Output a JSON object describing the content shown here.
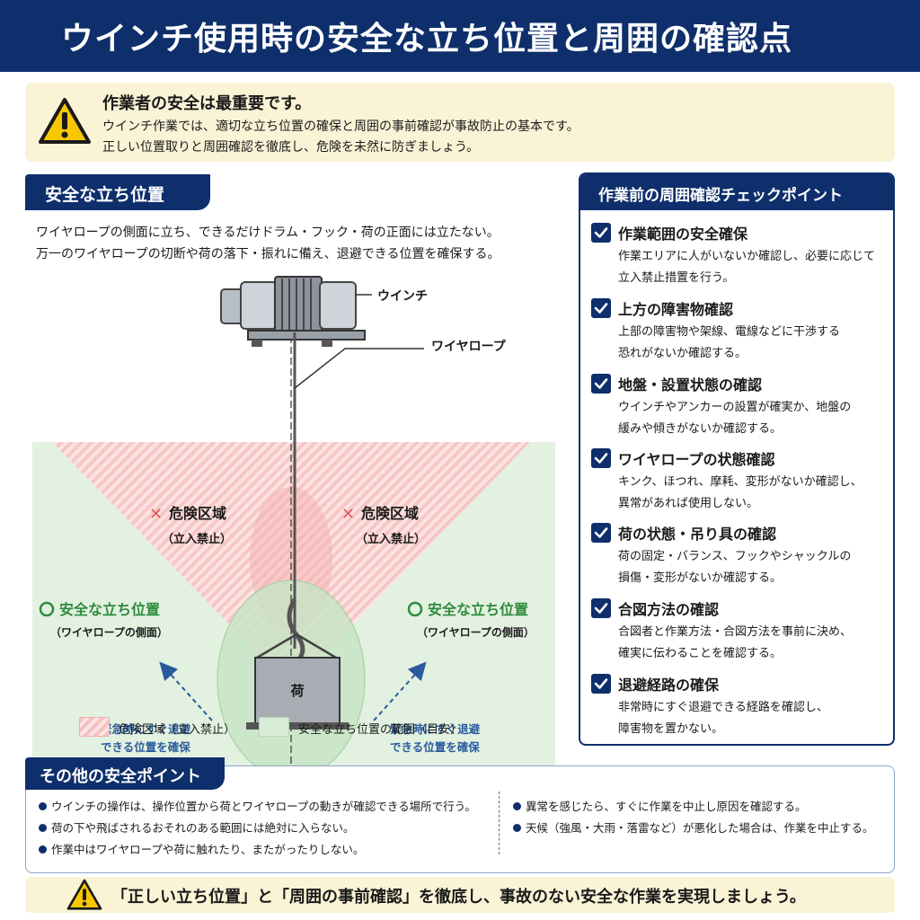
{
  "header": {
    "title": "ウインチ使用時の安全な立ち位置と周囲の確認点"
  },
  "notice": {
    "heading": "作業者の安全は最重要です。",
    "line1": "ウインチ作業では、適切な立ち位置の確保と周囲の事前確認が事故防止の基本です。",
    "line2": "正しい位置取りと周囲確認を徹底し、危険を未然に防ぎましょう。"
  },
  "standing": {
    "title": "安全な立ち位置",
    "desc1": "ワイヤロープの側面に立ち、できるだけドラム・フック・荷の正面には立たない。",
    "desc2": "万一のワイヤロープの切断や荷の落下・振れに備え、退避できる位置を確保する。",
    "labels": {
      "winch": "ウインチ",
      "wire": "ワイヤロープ",
      "danger": "危険区域",
      "danger_sub": "（立入禁止）",
      "safe": "安全な立ち位置",
      "safe_sub": "（ワイヤロープの側面）",
      "escape1": "緊急時にすぐ退避",
      "escape2": "できる位置を確保",
      "load": "荷"
    },
    "legend": {
      "danger": "危険区域（立入禁止）",
      "safe": "安全な立ち位置の範囲（目安）"
    }
  },
  "checklist": {
    "title": "作業前の周囲確認チェックポイント",
    "items": [
      {
        "title": "作業範囲の安全確保",
        "l1": "作業エリアに人がいないか確認し、必要に応じて",
        "l2": "立入禁止措置を行う。"
      },
      {
        "title": "上方の障害物確認",
        "l1": "上部の障害物や架線、電線などに干渉する",
        "l2": "恐れがないか確認する。"
      },
      {
        "title": "地盤・設置状態の確認",
        "l1": "ウインチやアンカーの設置が確実か、地盤の",
        "l2": "緩みや傾きがないか確認する。"
      },
      {
        "title": "ワイヤロープの状態確認",
        "l1": "キンク、ほつれ、摩耗、変形がないか確認し、",
        "l2": "異常があれば使用しない。"
      },
      {
        "title": "荷の状態・吊り具の確認",
        "l1": "荷の固定・バランス、フックやシャックルの",
        "l2": "損傷・変形がないか確認する。"
      },
      {
        "title": "合図方法の確認",
        "l1": "合図者と作業方法・合図方法を事前に決め、",
        "l2": "確実に伝わることを確認する。"
      },
      {
        "title": "退避経路の確保",
        "l1": "非常時にすぐ退避できる経路を確認し、",
        "l2": "障害物を置かない。"
      }
    ]
  },
  "others": {
    "title": "その他の安全ポイント",
    "left": [
      "ウインチの操作は、操作位置から荷とワイヤロープの動きが確認できる場所で行う。",
      "荷の下や飛ばされるおそれのある範囲には絶対に入らない。",
      "作業中はワイヤロープや荷に触れたり、またがったりしない。"
    ],
    "right": [
      "異常を感じたら、すぐに作業を中止し原因を確認する。",
      "天候（強風・大雨・落雷など）が悪化した場合は、作業を中止する。"
    ]
  },
  "bottom": {
    "text": "「正しい立ち位置」と「周囲の事前確認」を徹底し、事故のない安全な作業を実現しましょう。"
  },
  "colors": {
    "navy": "#0e2f6b",
    "danger": "#e05a5a",
    "safe": "#2e8b3d",
    "escape": "#2a5a9e",
    "notice_bg": "#fbf3d6"
  },
  "icons": [
    "warning-icon",
    "check-icon",
    "cross-icon",
    "circle-icon",
    "arrow-icon"
  ]
}
